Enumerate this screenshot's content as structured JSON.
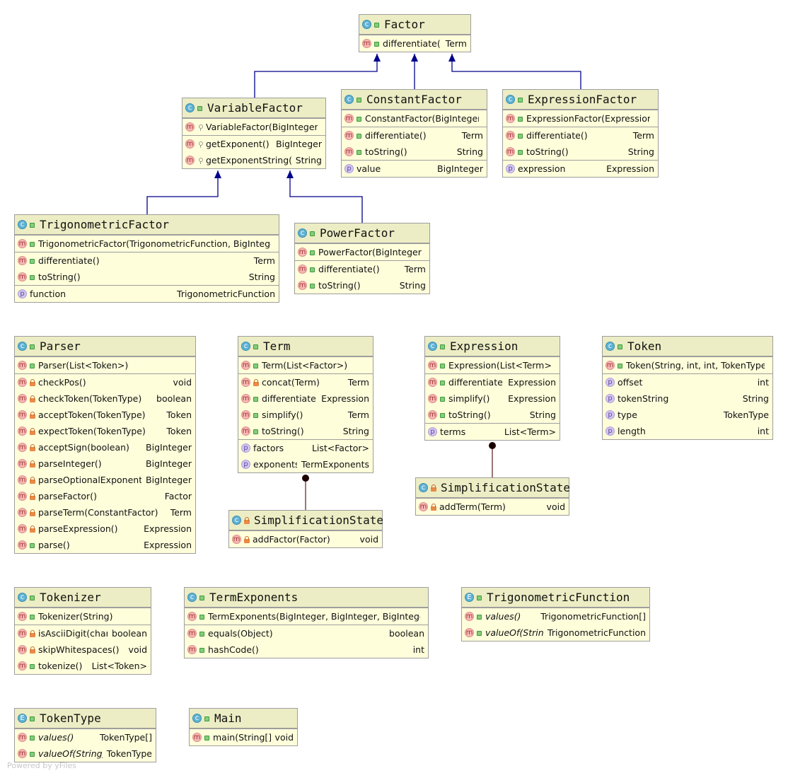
{
  "footer": "Powered by yFiles",
  "colors": {
    "inherit_edge": "#00008b",
    "compose_edge": "#5a1a1a",
    "header_bg": "#ecedc4",
    "body_bg": "#fefedb"
  },
  "classes": [
    {
      "id": "factor",
      "name": "Factor",
      "kind": "c",
      "sections": [
        [
          {
            "icon": "m",
            "vis": "public",
            "name": "differentiate()",
            "type": "Term"
          }
        ]
      ]
    },
    {
      "id": "variablefactor",
      "name": "VariableFactor",
      "kind": "c",
      "sections": [
        [
          {
            "icon": "m",
            "vis": "package",
            "name": "VariableFactor(BigInteger)",
            "type": ""
          }
        ],
        [
          {
            "icon": "m",
            "vis": "package",
            "name": "getExponent()",
            "type": "BigInteger"
          },
          {
            "icon": "m",
            "vis": "package",
            "name": "getExponentString()",
            "type": "String"
          }
        ]
      ]
    },
    {
      "id": "constantfactor",
      "name": "ConstantFactor",
      "kind": "c",
      "sections": [
        [
          {
            "icon": "m",
            "vis": "public",
            "name": "ConstantFactor(BigInteger)",
            "type": ""
          }
        ],
        [
          {
            "icon": "m",
            "vis": "public",
            "name": "differentiate()",
            "type": "Term"
          },
          {
            "icon": "m",
            "vis": "public",
            "name": "toString()",
            "type": "String"
          }
        ],
        [
          {
            "icon": "p",
            "vis": "none",
            "name": "value",
            "type": "BigInteger"
          }
        ]
      ]
    },
    {
      "id": "expressionfactor",
      "name": "ExpressionFactor",
      "kind": "c",
      "sections": [
        [
          {
            "icon": "m",
            "vis": "public",
            "name": "ExpressionFactor(Expression)",
            "type": ""
          }
        ],
        [
          {
            "icon": "m",
            "vis": "public",
            "name": "differentiate()",
            "type": "Term"
          },
          {
            "icon": "m",
            "vis": "public",
            "name": "toString()",
            "type": "String"
          }
        ],
        [
          {
            "icon": "p",
            "vis": "none",
            "name": "expression",
            "type": "Expression"
          }
        ]
      ]
    },
    {
      "id": "trigfactor",
      "name": "TrigonometricFactor",
      "kind": "c",
      "sections": [
        [
          {
            "icon": "m",
            "vis": "public",
            "name": "TrigonometricFactor(TrigonometricFunction, BigInteger)",
            "type": ""
          }
        ],
        [
          {
            "icon": "m",
            "vis": "public",
            "name": "differentiate()",
            "type": "Term"
          },
          {
            "icon": "m",
            "vis": "public",
            "name": "toString()",
            "type": "String"
          }
        ],
        [
          {
            "icon": "p",
            "vis": "none",
            "name": "function",
            "type": "TrigonometricFunction"
          }
        ]
      ]
    },
    {
      "id": "powerfactor",
      "name": "PowerFactor",
      "kind": "c",
      "sections": [
        [
          {
            "icon": "m",
            "vis": "public",
            "name": "PowerFactor(BigInteger)",
            "type": ""
          }
        ],
        [
          {
            "icon": "m",
            "vis": "public",
            "name": "differentiate()",
            "type": "Term"
          },
          {
            "icon": "m",
            "vis": "public",
            "name": "toString()",
            "type": "String"
          }
        ]
      ]
    },
    {
      "id": "parser",
      "name": "Parser",
      "kind": "c",
      "sections": [
        [
          {
            "icon": "m",
            "vis": "public",
            "name": "Parser(List<Token>)",
            "type": ""
          }
        ],
        [
          {
            "icon": "m",
            "vis": "private",
            "name": "checkPos()",
            "type": "void"
          },
          {
            "icon": "m",
            "vis": "private",
            "name": "checkToken(TokenType)",
            "type": "boolean"
          },
          {
            "icon": "m",
            "vis": "private",
            "name": "acceptToken(TokenType)",
            "type": "Token"
          },
          {
            "icon": "m",
            "vis": "private",
            "name": "expectToken(TokenType)",
            "type": "Token"
          },
          {
            "icon": "m",
            "vis": "private",
            "name": "acceptSign(boolean)",
            "type": "BigInteger"
          },
          {
            "icon": "m",
            "vis": "private",
            "name": "parseInteger()",
            "type": "BigInteger"
          },
          {
            "icon": "m",
            "vis": "private",
            "name": "parseOptionalExponent()",
            "type": "BigInteger"
          },
          {
            "icon": "m",
            "vis": "private",
            "name": "parseFactor()",
            "type": "Factor"
          },
          {
            "icon": "m",
            "vis": "private",
            "name": "parseTerm(ConstantFactor)",
            "type": "Term"
          },
          {
            "icon": "m",
            "vis": "private",
            "name": "parseExpression()",
            "type": "Expression"
          },
          {
            "icon": "m",
            "vis": "public",
            "name": "parse()",
            "type": "Expression"
          }
        ]
      ]
    },
    {
      "id": "term",
      "name": "Term",
      "kind": "c",
      "sections": [
        [
          {
            "icon": "m",
            "vis": "public",
            "name": "Term(List<Factor>)",
            "type": ""
          }
        ],
        [
          {
            "icon": "m",
            "vis": "private",
            "name": "concat(Term)",
            "type": "Term"
          },
          {
            "icon": "m",
            "vis": "public",
            "name": "differentiate()",
            "type": "Expression"
          },
          {
            "icon": "m",
            "vis": "public",
            "name": "simplify()",
            "type": "Term"
          },
          {
            "icon": "m",
            "vis": "public",
            "name": "toString()",
            "type": "String"
          }
        ],
        [
          {
            "icon": "p",
            "vis": "none",
            "name": "factors",
            "type": "List<Factor>"
          },
          {
            "icon": "p",
            "vis": "none",
            "name": "exponents",
            "type": "TermExponents"
          }
        ]
      ]
    },
    {
      "id": "expression",
      "name": "Expression",
      "kind": "c",
      "sections": [
        [
          {
            "icon": "m",
            "vis": "public",
            "name": "Expression(List<Term>)",
            "type": ""
          }
        ],
        [
          {
            "icon": "m",
            "vis": "public",
            "name": "differentiate()",
            "type": "Expression"
          },
          {
            "icon": "m",
            "vis": "public",
            "name": "simplify()",
            "type": "Expression"
          },
          {
            "icon": "m",
            "vis": "public",
            "name": "toString()",
            "type": "String"
          }
        ],
        [
          {
            "icon": "p",
            "vis": "none",
            "name": "terms",
            "type": "List<Term>"
          }
        ]
      ]
    },
    {
      "id": "token",
      "name": "Token",
      "kind": "c",
      "sections": [
        [
          {
            "icon": "m",
            "vis": "public",
            "name": "Token(String, int, int, TokenType)",
            "type": ""
          }
        ],
        [
          {
            "icon": "p",
            "vis": "none",
            "name": "offset",
            "type": "int"
          },
          {
            "icon": "p",
            "vis": "none",
            "name": "tokenString",
            "type": "String"
          },
          {
            "icon": "p",
            "vis": "none",
            "name": "type",
            "type": "TokenType"
          },
          {
            "icon": "p",
            "vis": "none",
            "name": "length",
            "type": "int"
          }
        ]
      ]
    },
    {
      "id": "simpstate_expr",
      "name": "SimplificationState",
      "kind": "c",
      "hvis": "private",
      "sections": [
        [
          {
            "icon": "m",
            "vis": "private",
            "name": "addTerm(Term)",
            "type": "void"
          }
        ]
      ]
    },
    {
      "id": "simpstate_term",
      "name": "SimplificationState",
      "kind": "c",
      "hvis": "private",
      "sections": [
        [
          {
            "icon": "m",
            "vis": "private",
            "name": "addFactor(Factor)",
            "type": "void"
          }
        ]
      ]
    },
    {
      "id": "tokenizer",
      "name": "Tokenizer",
      "kind": "c",
      "sections": [
        [
          {
            "icon": "m",
            "vis": "public",
            "name": "Tokenizer(String)",
            "type": ""
          }
        ],
        [
          {
            "icon": "m",
            "vis": "private",
            "name": "isAsciiDigit(char)",
            "type": "boolean"
          },
          {
            "icon": "m",
            "vis": "private",
            "name": "skipWhitespaces()",
            "type": "void"
          },
          {
            "icon": "m",
            "vis": "public",
            "name": "tokenize()",
            "type": "List<Token>"
          }
        ]
      ]
    },
    {
      "id": "termexponents",
      "name": "TermExponents",
      "kind": "c",
      "sections": [
        [
          {
            "icon": "m",
            "vis": "public",
            "name": "TermExponents(BigInteger, BigInteger, BigInteger)",
            "type": ""
          }
        ],
        [
          {
            "icon": "m",
            "vis": "public",
            "name": "equals(Object)",
            "type": "boolean"
          },
          {
            "icon": "m",
            "vis": "public",
            "name": "hashCode()",
            "type": "int"
          }
        ]
      ]
    },
    {
      "id": "trigfunction",
      "name": "TrigonometricFunction",
      "kind": "e",
      "sections": [
        [
          {
            "icon": "m",
            "vis": "public",
            "name": "values()",
            "type": "TrigonometricFunction[]",
            "italic": true
          },
          {
            "icon": "m",
            "vis": "public",
            "name": "valueOf(String)",
            "type": "TrigonometricFunction",
            "italic": true
          }
        ]
      ]
    },
    {
      "id": "tokentype",
      "name": "TokenType",
      "kind": "e",
      "sections": [
        [
          {
            "icon": "m",
            "vis": "public",
            "name": "values()",
            "type": "TokenType[]",
            "italic": true
          },
          {
            "icon": "m",
            "vis": "public",
            "name": "valueOf(String)",
            "type": "TokenType",
            "italic": true
          }
        ]
      ]
    },
    {
      "id": "main",
      "name": "Main",
      "kind": "c",
      "sections": [
        [
          {
            "icon": "m",
            "vis": "public",
            "name": "main(String[])",
            "type": "void"
          }
        ]
      ]
    }
  ],
  "relations": [
    {
      "type": "inherit",
      "from": "variablefactor",
      "to": "factor"
    },
    {
      "type": "inherit",
      "from": "constantfactor",
      "to": "factor"
    },
    {
      "type": "inherit",
      "from": "expressionfactor",
      "to": "factor"
    },
    {
      "type": "inherit",
      "from": "trigfactor",
      "to": "variablefactor"
    },
    {
      "type": "inherit",
      "from": "powerfactor",
      "to": "variablefactor"
    },
    {
      "type": "nested",
      "from": "simpstate_term",
      "to": "term"
    },
    {
      "type": "nested",
      "from": "simpstate_expr",
      "to": "expression"
    }
  ]
}
